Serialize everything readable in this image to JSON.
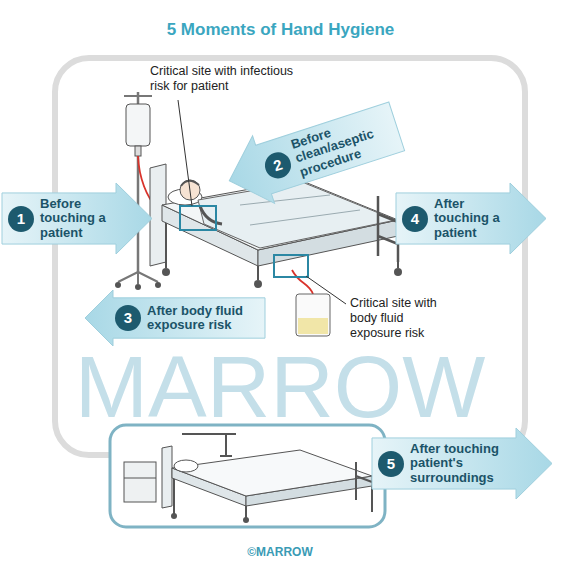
{
  "diagram": {
    "title": "5 Moments of Hand Hygiene",
    "nodes": [
      {
        "text": [
          "1",
          "Before touching a patient"
        ]
      },
      {
        "text": [
          "2",
          "Before clean/aseptic procedure"
        ]
      },
      {
        "text": [
          "3",
          "After body fluid exposure risk"
        ]
      },
      {
        "text": [
          "4",
          "After touching a patient"
        ]
      },
      {
        "text": [
          "5",
          "After touching patient's surroundings"
        ]
      }
    ],
    "labels": [
      "Critical site with infectious risk for patient",
      "Critical site with body fluid exposure risk",
      "MARROW",
      "©MARROW"
    ]
  }
}
